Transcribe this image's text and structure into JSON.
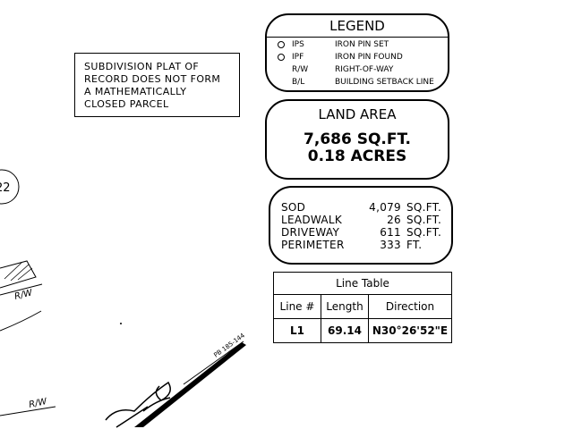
{
  "note": {
    "lines": [
      "SUBDIVISION PLAT OF",
      "RECORD DOES NOT FORM",
      "A MATHEMATICALLY",
      "CLOSED PARCEL"
    ]
  },
  "legend": {
    "title": "LEGEND",
    "items": [
      {
        "abbr": "IPS",
        "desc": "IRON PIN SET",
        "symbol": "circle"
      },
      {
        "abbr": "IPF",
        "desc": "IRON PIN FOUND",
        "symbol": "circle"
      },
      {
        "abbr": "R/W",
        "desc": "RIGHT-OF-WAY",
        "symbol": ""
      },
      {
        "abbr": "B/L",
        "desc": "BUILDING SETBACK LINE",
        "symbol": ""
      }
    ]
  },
  "land_area": {
    "title": "LAND AREA",
    "sqft": "7,686 SQ.FT.",
    "acres": "0.18 ACRES"
  },
  "areas": [
    {
      "label": "SOD",
      "value": "4,079",
      "unit": "SQ.FT."
    },
    {
      "label": "LEADWALK",
      "value": "26",
      "unit": "SQ.FT."
    },
    {
      "label": "DRIVEWAY",
      "value": "611",
      "unit": "SQ.FT."
    },
    {
      "label": "PERIMETER",
      "value": "333",
      "unit": "FT."
    }
  ],
  "line_table": {
    "title": "Line Table",
    "headers": [
      "Line #",
      "Length",
      "Direction"
    ],
    "rows": [
      {
        "line": "L1",
        "length": "69.14",
        "direction": "N30°26'52\"E"
      }
    ]
  },
  "drawing": {
    "lot_number": "22",
    "rw_label_1": "R/W",
    "rw_label_2": "R/W",
    "plat_book": "PB 185-144"
  }
}
